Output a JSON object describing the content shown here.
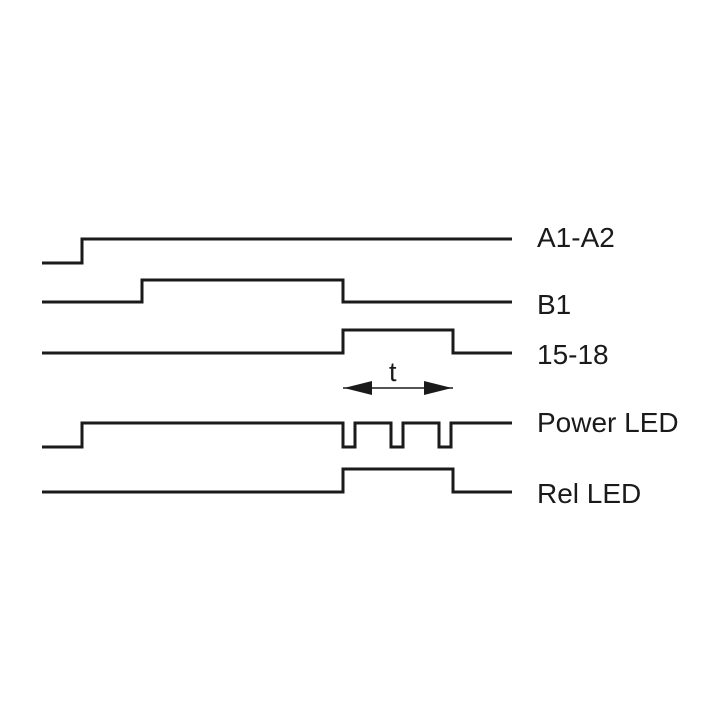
{
  "signals": [
    {
      "id": "a1-a2",
      "label": "A1-A2"
    },
    {
      "id": "b1",
      "label": "B1"
    },
    {
      "id": "15-18",
      "label": "15-18"
    },
    {
      "id": "power-led",
      "label": "Power LED"
    },
    {
      "id": "rel-led",
      "label": "Rel LED"
    }
  ],
  "dimension": {
    "label": "t"
  },
  "colors": {
    "line": "#1a1a1a",
    "background": "#ffffff"
  }
}
